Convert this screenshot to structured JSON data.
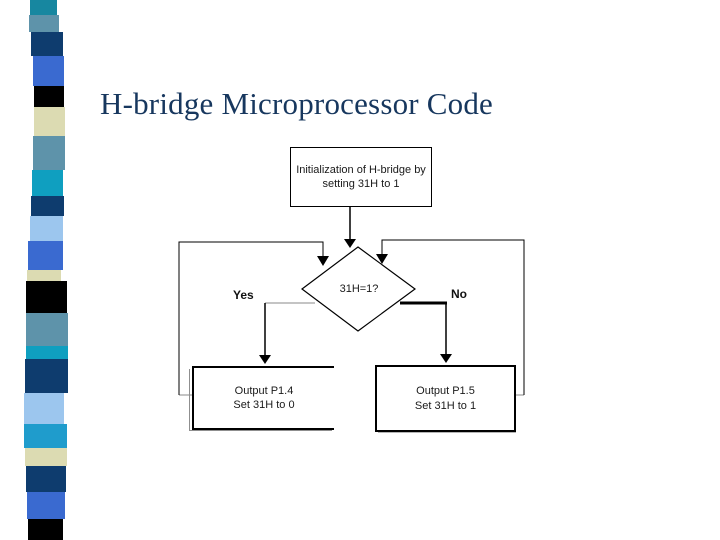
{
  "slide": {
    "title": "H-bridge Microprocessor Code",
    "title_color": "#17375e",
    "background": "#ffffff"
  },
  "flowchart": {
    "init_box": {
      "line1": "Initialization of H-bridge by",
      "line2": "setting 31H to 1"
    },
    "decision": "31H=1?",
    "yes_label": "Yes",
    "no_label": "No",
    "yes_box": {
      "line1": "Output P1.4",
      "line2": "Set 31H to 0"
    },
    "no_box": {
      "line1": "Output P1.5",
      "line2": "Set 31H to 1"
    },
    "line_color": "#000000",
    "connector_gray": "#8a8a8a"
  },
  "sidebar": {
    "segments": [
      {
        "color": "#1787a0",
        "x": 30,
        "w": 27,
        "h": 15
      },
      {
        "color": "#5e93aa",
        "x": 29,
        "w": 30,
        "h": 17
      },
      {
        "color": "#0e3c6e",
        "x": 31,
        "w": 32,
        "h": 24
      },
      {
        "color": "#3a6ad0",
        "x": 33,
        "w": 31,
        "h": 30
      },
      {
        "color": "#000000",
        "x": 34,
        "w": 30,
        "h": 21
      },
      {
        "color": "#dcdbb2",
        "x": 34,
        "w": 31,
        "h": 29
      },
      {
        "color": "#5e93aa",
        "x": 33,
        "w": 32,
        "h": 34
      },
      {
        "color": "#0f9fc0",
        "x": 32,
        "w": 31,
        "h": 26
      },
      {
        "color": "#0e3c6e",
        "x": 31,
        "w": 33,
        "h": 20
      },
      {
        "color": "#9cc6ee",
        "x": 30,
        "w": 33,
        "h": 25
      },
      {
        "color": "#3a6ad0",
        "x": 28,
        "w": 35,
        "h": 29
      },
      {
        "color": "#dcdbb2",
        "x": 27,
        "w": 34,
        "h": 11
      },
      {
        "color": "#000000",
        "x": 26,
        "w": 41,
        "h": 32
      },
      {
        "color": "#5e93aa",
        "x": 26,
        "w": 42,
        "h": 33
      },
      {
        "color": "#0f9fc0",
        "x": 26,
        "w": 42,
        "h": 13
      },
      {
        "color": "#0e3c6e",
        "x": 25,
        "w": 43,
        "h": 34
      },
      {
        "color": "#9cc6ee",
        "x": 24,
        "w": 40,
        "h": 31
      },
      {
        "color": "#1f9ccc",
        "x": 24,
        "w": 43,
        "h": 24
      },
      {
        "color": "#dcdbb2",
        "x": 25,
        "w": 42,
        "h": 18
      },
      {
        "color": "#0e3c6e",
        "x": 26,
        "w": 40,
        "h": 26
      },
      {
        "color": "#3a6ad0",
        "x": 27,
        "w": 38,
        "h": 27
      },
      {
        "color": "#000000",
        "x": 28,
        "w": 35,
        "h": 21
      }
    ]
  }
}
